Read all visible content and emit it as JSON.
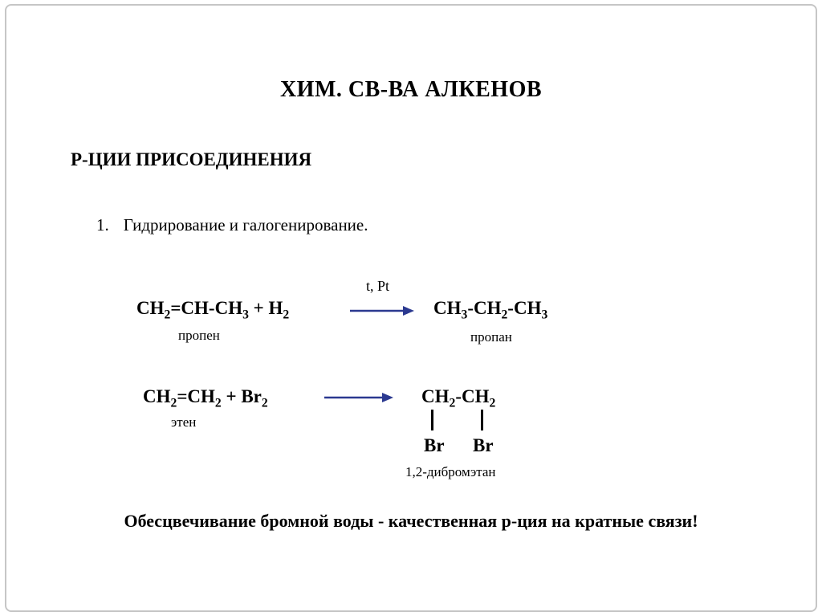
{
  "colors": {
    "arrow": "#2b3990",
    "border": "#c6c6c6",
    "text": "#000000",
    "background": "#ffffff"
  },
  "slide": {
    "title": "ХИМ. СВ-ВА АЛКЕНОВ",
    "section_heading": "Р-ЦИИ ПРИСОЕДИНЕНИЯ",
    "list_item": {
      "number": "1.",
      "text": "Гидрирование и галогенирование."
    },
    "reaction1": {
      "reactants": [
        {
          "t": "CH"
        },
        {
          "s": "2"
        },
        {
          "t": "=CH-CH"
        },
        {
          "s": "3"
        },
        {
          "t": " + H"
        },
        {
          "s": "2"
        }
      ],
      "reactant_label": "пропен",
      "arrow_condition": "t, Pt",
      "product": [
        {
          "t": "CH"
        },
        {
          "s": "3"
        },
        {
          "t": "-CH"
        },
        {
          "s": "2"
        },
        {
          "t": "-CH"
        },
        {
          "s": "3"
        }
      ],
      "product_label": "пропан"
    },
    "reaction2": {
      "reactants": [
        {
          "t": "CH"
        },
        {
          "s": "2"
        },
        {
          "t": "=CH"
        },
        {
          "s": "2"
        },
        {
          "t": " + Br"
        },
        {
          "s": "2"
        }
      ],
      "reactant_label": "этен",
      "product": [
        {
          "t": "CH"
        },
        {
          "s": "2"
        },
        {
          "t": "-CH"
        },
        {
          "s": "2"
        }
      ],
      "substituent1": "Br",
      "substituent2": "Br",
      "product_label": "1,2-дибромэтан"
    },
    "footer": "Обесцвечивание бромной воды - качественная р-ция на кратные связи!"
  }
}
